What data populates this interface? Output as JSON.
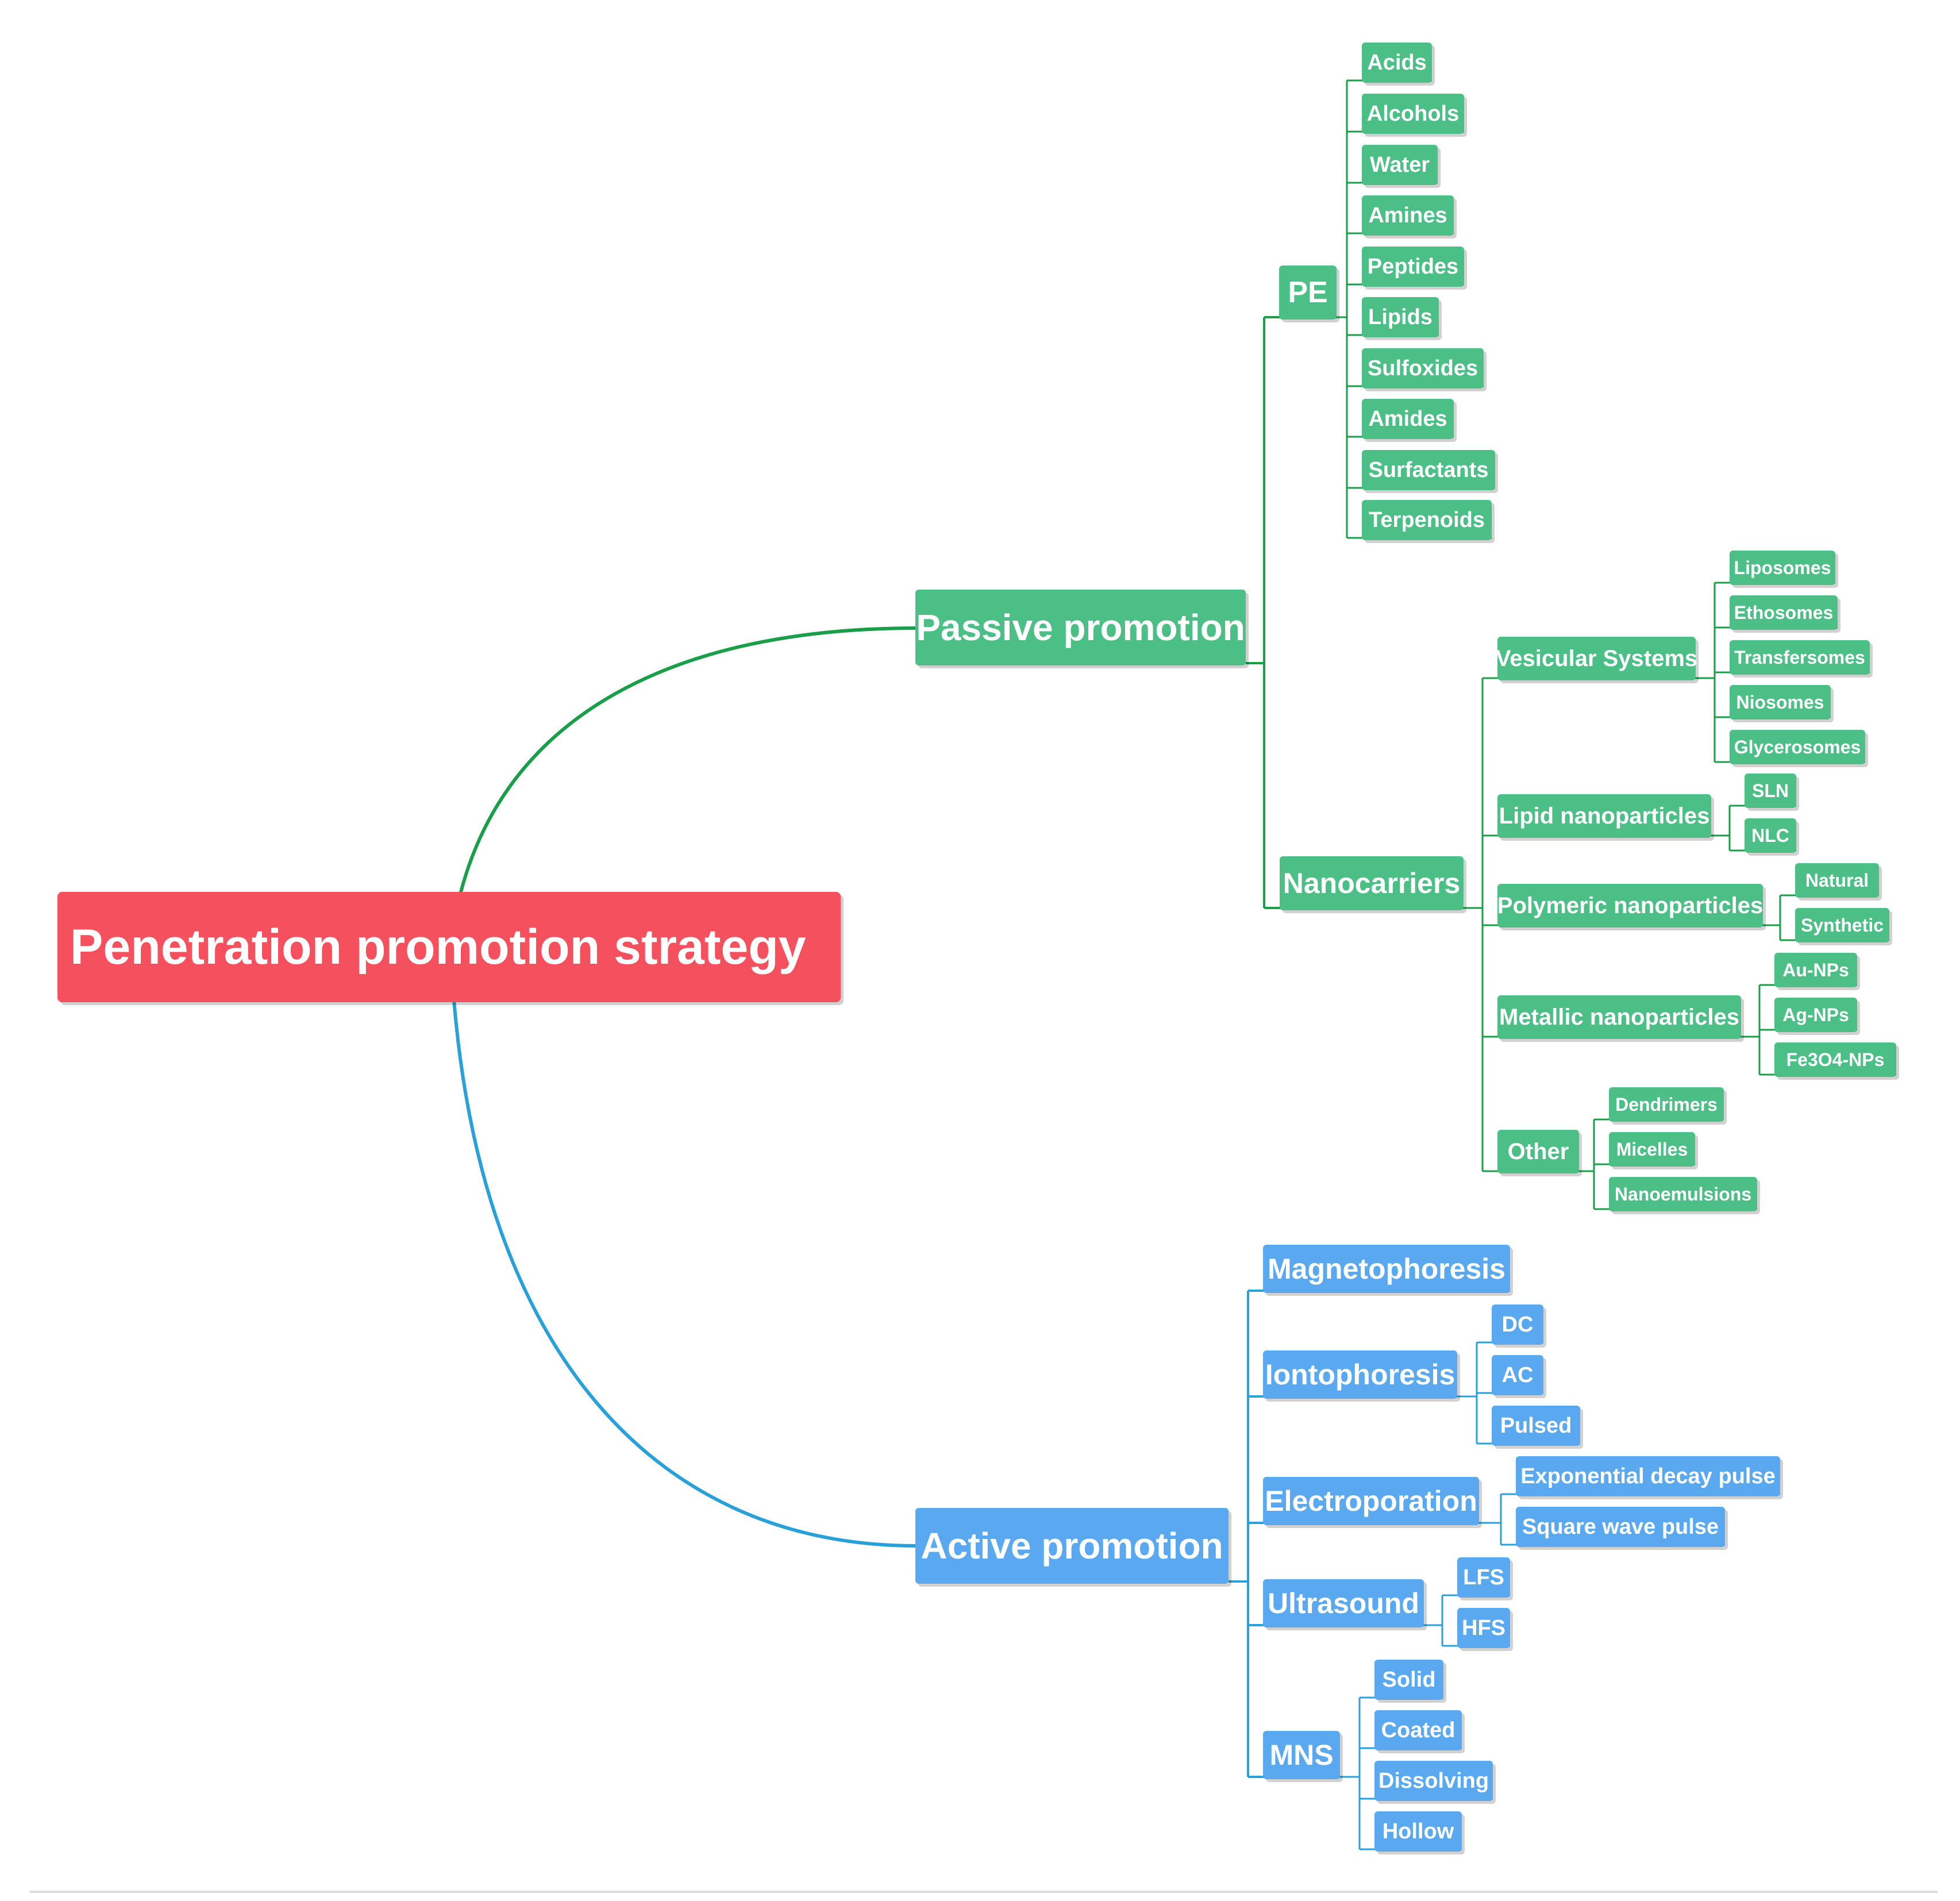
{
  "root": {
    "label": "Penetration promotion strategy",
    "color": "#f5505e"
  },
  "colors": {
    "passive": "#4cbf86",
    "active": "#5aa9f0",
    "passive_curve": "#1a9e4a",
    "active_curve": "#2aa0d8"
  },
  "passive": {
    "label": "Passive promotion",
    "pe": {
      "label": "PE",
      "items": [
        "Acids",
        "Alcohols",
        "Water",
        "Amines",
        "Peptides",
        "Lipids",
        "Sulfoxides",
        "Amides",
        "Surfactants",
        "Terpenoids"
      ]
    },
    "nanocarriers": {
      "label": "Nanocarriers",
      "groups": [
        {
          "label": "Vesicular Systems",
          "items": [
            "Liposomes",
            "Ethosomes",
            "Transfersomes",
            "Niosomes",
            "Glycerosomes"
          ]
        },
        {
          "label": "Lipid nanoparticles",
          "items": [
            "SLN",
            "NLC"
          ]
        },
        {
          "label": "Polymeric nanoparticles",
          "items": [
            "Natural",
            "Synthetic"
          ]
        },
        {
          "label": "Metallic nanoparticles",
          "items": [
            "Au-NPs",
            "Ag-NPs",
            "Fe3O4-NPs"
          ]
        },
        {
          "label": "Other",
          "items": [
            "Dendrimers",
            "Micelles",
            "Nanoemulsions"
          ]
        }
      ]
    }
  },
  "active": {
    "label": "Active promotion",
    "groups": [
      {
        "label": "Magnetophoresis",
        "items": []
      },
      {
        "label": "Iontophoresis",
        "items": [
          "DC",
          "AC",
          "Pulsed"
        ]
      },
      {
        "label": "Electroporation",
        "items": [
          "Exponential decay pulse",
          "Square wave pulse"
        ]
      },
      {
        "label": "Ultrasound",
        "items": [
          "LFS",
          "HFS"
        ]
      },
      {
        "label": "MNS",
        "items": [
          "Solid",
          "Coated",
          "Dissolving",
          "Hollow"
        ]
      }
    ]
  }
}
